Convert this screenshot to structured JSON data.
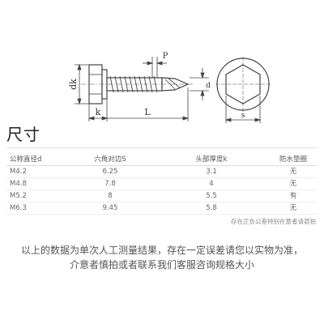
{
  "drawing": {
    "labels": {
      "dk": "dk",
      "k": "k",
      "l": "L",
      "p": "P",
      "d": "d",
      "s": "s"
    },
    "line_color": "#444444"
  },
  "section_title": "尺寸",
  "table": {
    "headers": [
      "公称直径d",
      "六角对边S",
      "头部厚度k",
      "防水垫圈"
    ],
    "rows": [
      [
        "M4.2",
        "6.25",
        "3.1",
        "无"
      ],
      [
        "M4.8",
        "7.8",
        "4",
        "无"
      ],
      [
        "M5.2",
        "8",
        "5.5",
        "有"
      ],
      [
        "M6.3",
        "9.45",
        "5.8",
        "无"
      ]
    ]
  },
  "tolerance_note": "存在正负公差特别在意者请甚拍",
  "notes": [
    "以上的数据为单次人工测量结果，存在一定误差请您以实物为准，",
    "介意者慎拍或者联系我们客服咨询规格大小"
  ]
}
